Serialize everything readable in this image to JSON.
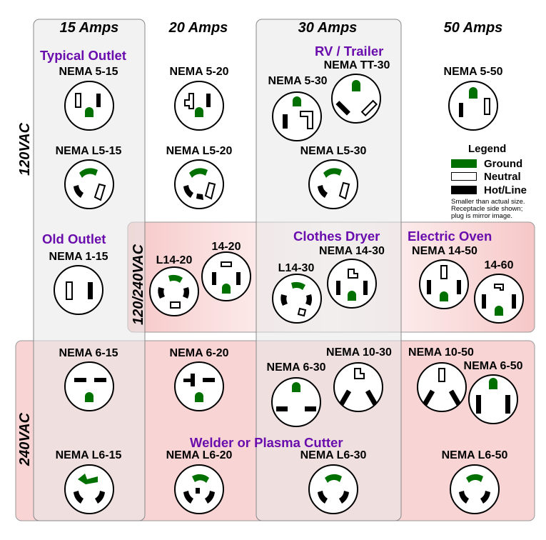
{
  "headers": {
    "a15": "15 Amps",
    "a20": "20 Amps",
    "a30": "30 Amps",
    "a50": "50 Amps"
  },
  "voltage": {
    "v120": "120VAC",
    "v120_240": "120/240VAC",
    "v240": "240VAC"
  },
  "notes": {
    "typical": "Typical Outlet",
    "rv": "RV / Trailer",
    "old": "Old Outlet",
    "dryer": "Clothes Dryer",
    "oven": "Electric Oven",
    "welder": "Welder or Plasma Cutter"
  },
  "labels": {
    "n515": "NEMA 5-15",
    "n520": "NEMA 5-20",
    "ntt30": "NEMA TT-30",
    "n530": "NEMA 5-30",
    "n550": "NEMA 5-50",
    "nl515": "NEMA L5-15",
    "nl520": "NEMA L5-20",
    "nl530": "NEMA L5-30",
    "n115": "NEMA 1-15",
    "l1420": "L14-20",
    "n1420": "14-20",
    "n1430": "NEMA 14-30",
    "l1430": "L14-30",
    "n1450": "NEMA 14-50",
    "n1460": "14-60",
    "n615": "NEMA 6-15",
    "n620": "NEMA 6-20",
    "n1030": "NEMA 10-30",
    "n630": "NEMA 6-30",
    "n1050": "NEMA 10-50",
    "n650": "NEMA 6-50",
    "nl615": "NEMA L6-15",
    "nl620": "NEMA L6-20",
    "nl630": "NEMA L6-30",
    "nl650": "NEMA L6-50"
  },
  "legend": {
    "title": "Legend",
    "ground": "Ground",
    "neutral": "Neutral",
    "hot": "Hot/Line",
    "note_line1": "Smaller than actual size.",
    "note_line2": "Receptacle side shown;",
    "note_line3": "plug is mirror image."
  },
  "colors": {
    "ground": "#007000",
    "gray_panel": "#f0f0f0",
    "pink_panel": "#f8d8d8",
    "note_text": "#6a0dad"
  }
}
